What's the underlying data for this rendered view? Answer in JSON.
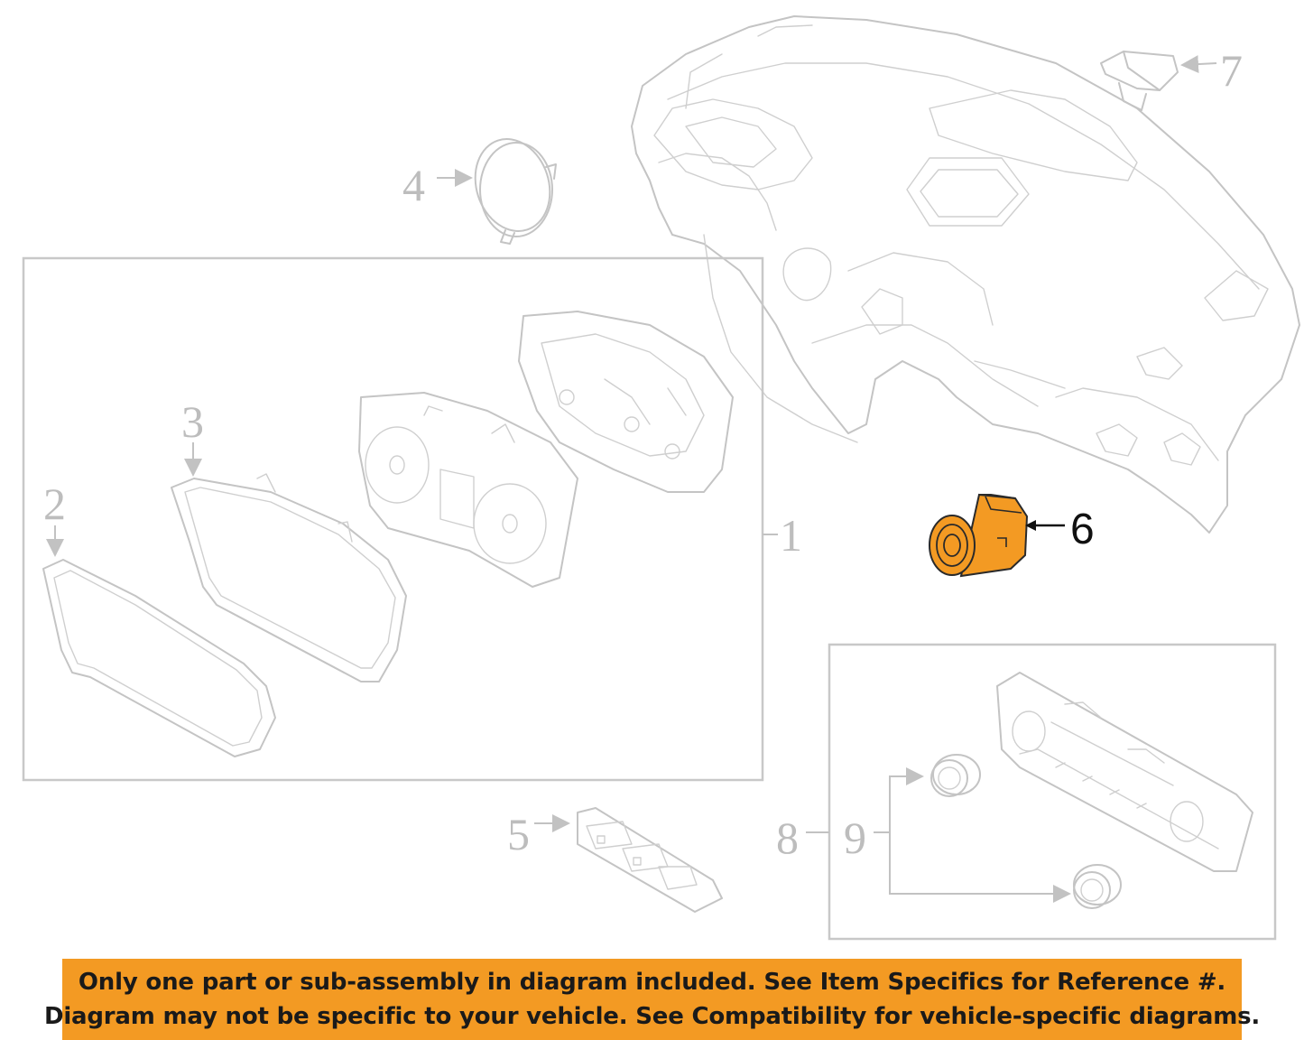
{
  "callouts": {
    "c1": "1",
    "c2": "2",
    "c3": "3",
    "c4": "4",
    "c5": "5",
    "c6": "6",
    "c7": "7",
    "c8": "8",
    "c9": "9"
  },
  "highlight_color": "#f39a23",
  "banner": {
    "line1": "Only one part or sub-assembly in diagram included. See Item Specifics for Reference #.",
    "line2": "Diagram may not be specific to your vehicle. See Compatibility for vehicle-specific diagrams."
  }
}
